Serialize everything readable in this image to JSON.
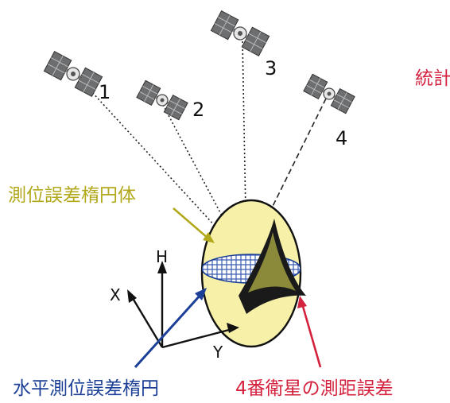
{
  "satellites": [
    {
      "label": "1",
      "color": "#6d6e70"
    },
    {
      "label": "2",
      "color": "#6d6e70"
    },
    {
      "label": "3",
      "color": "#6d6e70"
    },
    {
      "label": "4",
      "color": "#6d6e70"
    }
  ],
  "labels": {
    "ellipsoid": "測位誤差楕円体",
    "horizontal_ellipse": "水平測位誤差楕円",
    "range_error": "4番衛星の測距誤差",
    "top_right_partial": "統計",
    "axis_h": "H",
    "axis_x": "X",
    "axis_y": "Y"
  },
  "colors": {
    "ellipsoid_fill": "#f7f0a8",
    "hatch_blue": "#3b5db0",
    "label_yellow": "#b2a81b",
    "label_blue": "#1c3f97",
    "label_red": "#d4213d"
  }
}
